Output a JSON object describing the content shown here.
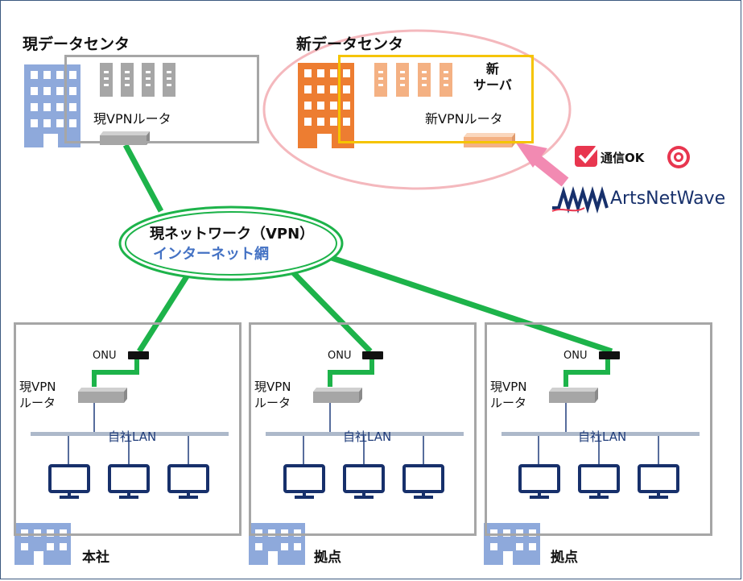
{
  "current_dc": {
    "title": "現データセンタ",
    "router_label": "現VPNルータ"
  },
  "new_dc": {
    "title": "新データセンタ",
    "server_label": "新\nサーバ",
    "router_label": "新VPNルータ"
  },
  "network": {
    "line1": "現ネットワーク（VPN）",
    "line2": "インターネット網"
  },
  "status": {
    "text": "通信OK"
  },
  "brand": {
    "name": "ArtsNetWave"
  },
  "sites": [
    {
      "name": "本社",
      "onu": "ONU",
      "router": "現VPN\nルータ",
      "lan": "自社LAN"
    },
    {
      "name": "拠点",
      "onu": "ONU",
      "router": "現VPN\nルータ",
      "lan": "自社LAN"
    },
    {
      "name": "拠点",
      "onu": "ONU",
      "router": "現VPN\nルータ",
      "lan": "自社LAN"
    }
  ],
  "colors": {
    "network_green": "#1db34a",
    "current_dc_blue": "#8ea9db",
    "new_dc_orange": "#ed7d31",
    "new_server_peach": "#f4b183",
    "highlight_pink": "#f28ab2",
    "frame_gray": "#a6a6a6"
  }
}
